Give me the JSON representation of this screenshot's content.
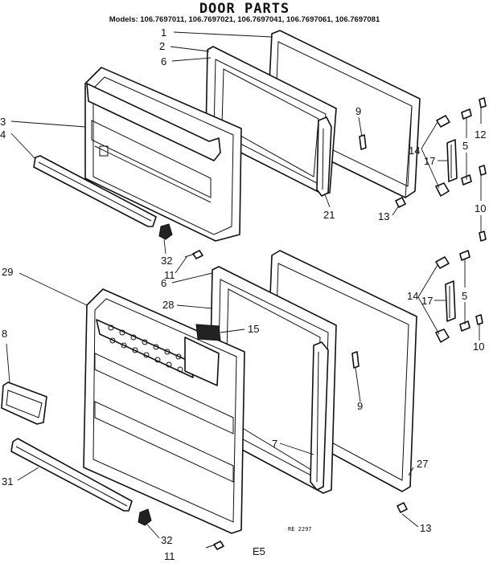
{
  "header": {
    "title": "DOOR PARTS",
    "models": "Models: 106.7697011, 106.7697021, 106.7697041, 106.7697061, 106.7697081"
  },
  "callouts": {
    "c1": "1",
    "c2": "2",
    "c6a": "6",
    "c3": "3",
    "c4": "4",
    "c9a": "9",
    "c12": "12",
    "c14a": "14",
    "c17a": "17",
    "c5a": "5",
    "c10a": "10",
    "c21": "21",
    "c13a": "13",
    "c32a": "32",
    "c11a": "11",
    "c29": "29",
    "c6b": "6",
    "c14b": "14",
    "c17b": "17",
    "c5b": "5",
    "c28": "28",
    "c15": "15",
    "c8": "8",
    "c10b": "10",
    "c9b": "9",
    "c7": "7",
    "c27": "27",
    "c31": "31",
    "c13b": "13",
    "c32b": "32",
    "c11b": "11"
  },
  "footer": {
    "ref_code": "RE 2297",
    "page_code": "E5"
  }
}
